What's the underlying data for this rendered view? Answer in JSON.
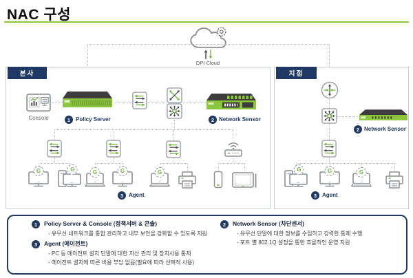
{
  "title": "NAC 구성",
  "colors": {
    "green": "#8DC63F",
    "navy": "#1F3864"
  },
  "cloud": {
    "label": "DPI Cloud"
  },
  "agent_badge_letter": "G",
  "hq": {
    "tab": "본사",
    "console_label": "Console",
    "policy_server_num": "1",
    "policy_server_label": "Policy Server",
    "sensor_num": "2",
    "sensor_label": "Network Sensor",
    "agent_num": "3",
    "agent_label": "Agent"
  },
  "branch": {
    "tab": "지점",
    "sensor_num": "2",
    "sensor_label": "Network Sensor",
    "agent_num": "3",
    "agent_label": "Agent"
  },
  "legend": {
    "items": [
      {
        "num": "1",
        "title": "Policy Server & Console (정책서버 & 콘솔)",
        "bullets": [
          "- 유무선 네트워크를 통합 관리하고 내부 보안을 강화할 수 있도록 지원"
        ]
      },
      {
        "num": "2",
        "title": "Network Sensor (차단센서)",
        "bullets": [
          "- 유무선 단말에 대한 정보를 수집하고 강력한 통제 수행",
          "- 포트 별 802.1Q 설정을 통한 효율적인 운영 지원"
        ]
      },
      {
        "num": "3",
        "title": "Agent (에이전트)",
        "bullets": [
          "- PC 등 에이전트 설치 단말에 대한 자산 관리 및 장치사용 통제",
          "- 에이전트 설치에 따른 비용 부담 없음(필요에 따라 선택적 사용)"
        ]
      }
    ]
  }
}
